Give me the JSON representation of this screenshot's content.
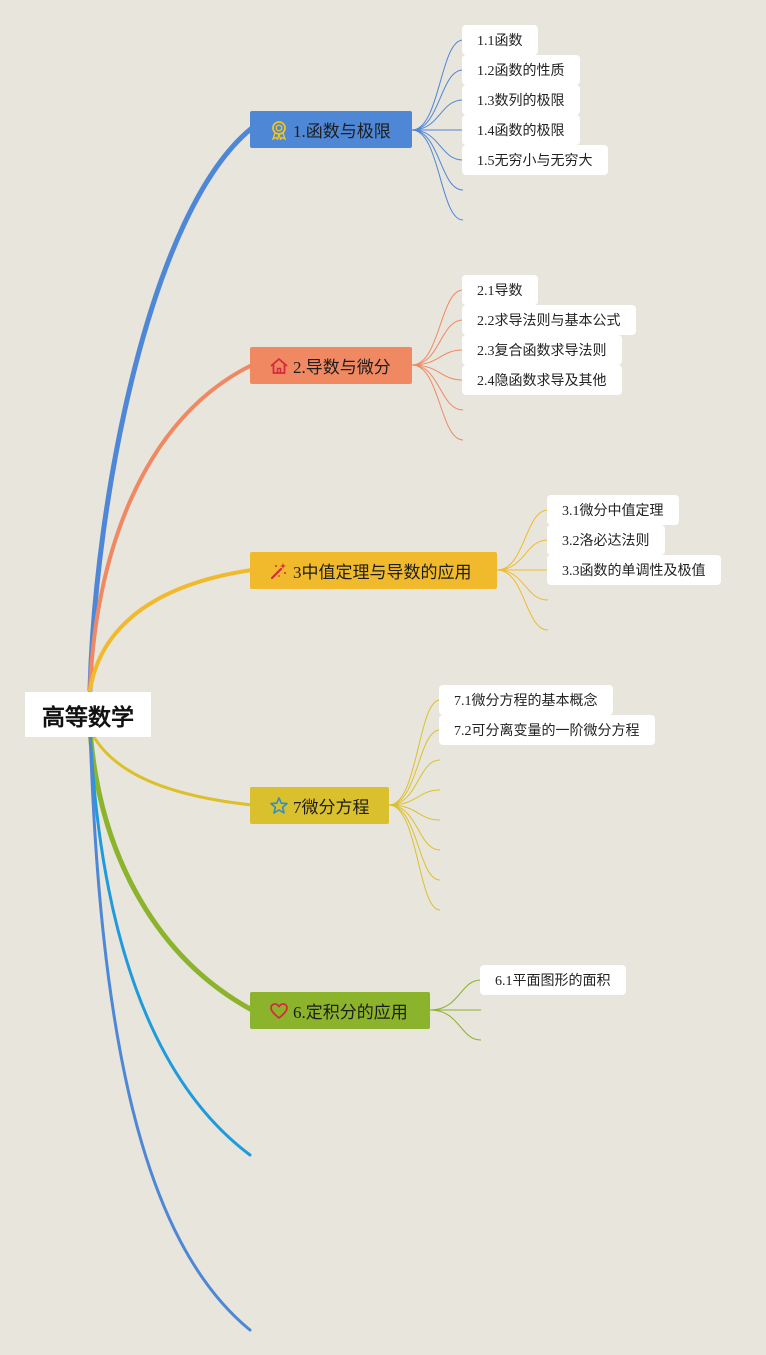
{
  "root": {
    "label": "高等数学"
  },
  "branches": [
    {
      "label": "1.函数与极限",
      "icon": "medal-icon",
      "color": "#4e87d6",
      "children": [
        "1.1函数",
        "1.2函数的性质",
        "1.3数列的极限",
        "1.4函数的极限",
        "1.5无穷小与无穷大"
      ]
    },
    {
      "label": "2.导数与微分",
      "icon": "home-icon",
      "color": "#f08862",
      "children": [
        "2.1导数",
        "2.2求导法则与基本公式",
        "2.3复合函数求导法则",
        "2.4隐函数求导及其他"
      ]
    },
    {
      "label": "3中值定理与导数的应用",
      "icon": "magic-wand-icon",
      "color": "#f0ba2c",
      "children": [
        "3.1微分中值定理",
        "3.2洛必达法则",
        "3.3函数的单调性及极值"
      ]
    },
    {
      "label": "7微分方程",
      "icon": "star-icon",
      "color": "#d9c02c",
      "children": [
        "7.1微分方程的基本概念",
        "7.2可分离变量的一阶微分方程"
      ]
    },
    {
      "label": "6.定积分的应用",
      "icon": "heart-icon",
      "color": "#8cb32c",
      "children": [
        "6.1平面图形的面积"
      ]
    }
  ],
  "extra_branch_colors": [
    "#1e9bdc",
    "#4e87d6"
  ]
}
